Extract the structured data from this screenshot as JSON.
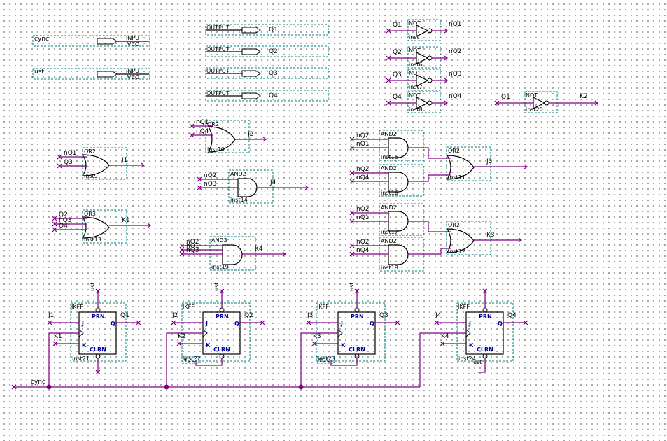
{
  "pins": {
    "input": [
      {
        "name": "cync",
        "kind": "INPUT",
        "src": "VCC"
      },
      {
        "name": "ust",
        "kind": "INPUT",
        "src": "VCC"
      }
    ],
    "output": [
      {
        "name": "Q1",
        "kind": "OUTPUT"
      },
      {
        "name": "Q2",
        "kind": "OUTPUT"
      },
      {
        "name": "Q3",
        "kind": "OUTPUT"
      },
      {
        "name": "Q4",
        "kind": "OUTPUT"
      }
    ]
  },
  "nots": [
    {
      "type": "NOT",
      "inst": "inst",
      "in": "Q1",
      "out": "nQ1"
    },
    {
      "type": "NOT",
      "inst": "inst6",
      "in": "Q2",
      "out": "nQ2"
    },
    {
      "type": "NOT",
      "inst": "inst7",
      "in": "Q3",
      "out": "nQ3"
    },
    {
      "type": "NOT",
      "inst": "inst8",
      "in": "Q4",
      "out": "nQ4"
    },
    {
      "type": "NOT",
      "inst": "inst20",
      "in": "Q1",
      "out": "K2"
    }
  ],
  "gates": [
    {
      "type": "OR2",
      "inst": "inst10",
      "inputs": [
        "nQ1",
        "nQ4"
      ],
      "out": "J2"
    },
    {
      "type": "OR2",
      "inst": "inst9",
      "inputs": [
        "nQ1",
        "Q3"
      ],
      "out": "J1"
    },
    {
      "type": "AND2",
      "inst": "inst14",
      "inputs": [
        "nQ2",
        "nQ3"
      ],
      "out": "J4"
    },
    {
      "type": "OR3",
      "inst": "inst13",
      "inputs": [
        "Q2",
        "nQ3",
        "Q4"
      ],
      "out": "K1"
    },
    {
      "type": "AND3",
      "inst": "inst19",
      "inputs": [
        "nQ2",
        "nQ1",
        "nQ3"
      ],
      "out": "K4"
    },
    {
      "type": "AND2",
      "inst": "inst15",
      "inputs": [
        "nQ2",
        "nQ1"
      ],
      "out": ""
    },
    {
      "type": "AND2",
      "inst": "inst16",
      "inputs": [
        "nQ2",
        "nQ4"
      ],
      "out": ""
    },
    {
      "type": "OR2",
      "inst": "inst11",
      "inputs": [],
      "out": "J3"
    },
    {
      "type": "AND2",
      "inst": "inst17",
      "inputs": [
        "nQ2",
        "nQ1"
      ],
      "out": ""
    },
    {
      "type": "AND2",
      "inst": "inst18",
      "inputs": [
        "nQ2",
        "nQ4"
      ],
      "out": ""
    },
    {
      "type": "OR2",
      "inst": "inst12",
      "inputs": [],
      "out": "K3"
    }
  ],
  "flipflops": [
    {
      "type": "JKFF",
      "inst": "inst21",
      "j": "J1",
      "k": "K1",
      "q": "Q1",
      "prn": "ust",
      "clrn": "",
      "pins": {
        "prn": "PRN",
        "clrn": "CLRN",
        "j": "J",
        "k": "K",
        "q": "Q"
      }
    },
    {
      "type": "JKFF",
      "inst": "inst22",
      "j": "J2",
      "k": "K2",
      "q": "Q2",
      "prn": "ust",
      "clrn": "VCC",
      "pins": {
        "prn": "PRN",
        "clrn": "CLRN",
        "j": "J",
        "k": "K",
        "q": "Q"
      }
    },
    {
      "type": "JKFF",
      "inst": "inst23",
      "j": "J3",
      "k": "K3",
      "q": "Q3",
      "prn": "ust",
      "clrn": "VCC",
      "pins": {
        "prn": "PRN",
        "clrn": "CLRN",
        "j": "J",
        "k": "K",
        "q": "Q"
      }
    },
    {
      "type": "JKFF",
      "inst": "inst24",
      "j": "J4",
      "k": "K4",
      "q": "Q4",
      "prn": "",
      "clrn": "ust",
      "pins": {
        "prn": "PRN",
        "clrn": "CLRN",
        "j": "J",
        "k": "K",
        "q": "Q"
      }
    }
  ],
  "clock": {
    "label": "cync"
  },
  "colors": {
    "wire": "#800080",
    "box": "#008080",
    "symbol": "#000000",
    "pin_text": "#0000a0",
    "junction": "#800080"
  }
}
